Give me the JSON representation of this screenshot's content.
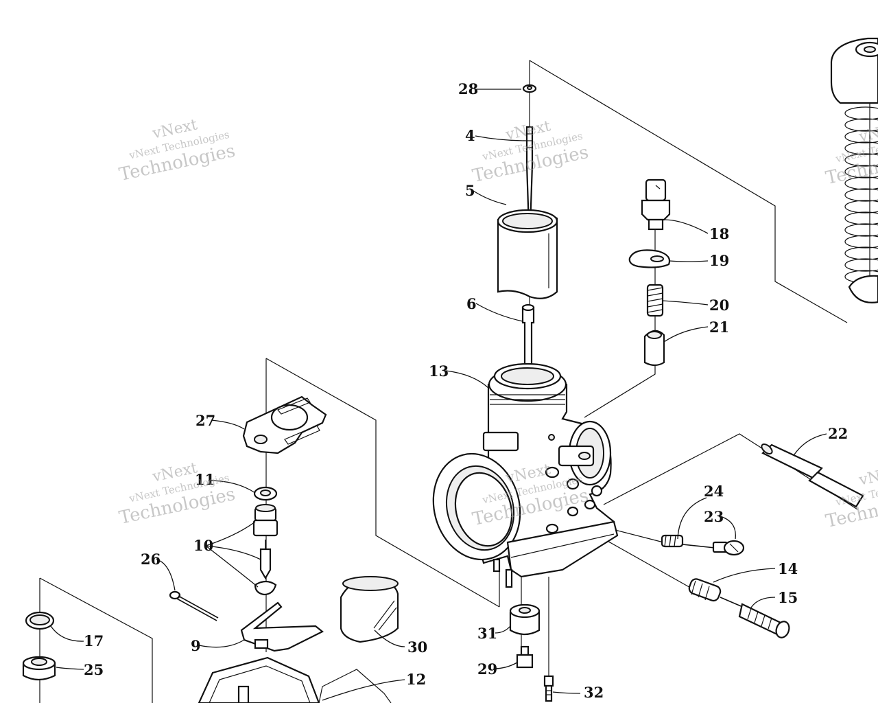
{
  "watermarks": [
    {
      "line1": "vNext",
      "line2": "vNext Technologies",
      "line3": "Technologies"
    },
    {
      "line1": "vNext",
      "line2": "vNext Technologies",
      "line3": "Technologies"
    },
    {
      "line1": "vNext",
      "line2": "vNext Technologies",
      "line3": "Technologies"
    },
    {
      "line1": "vNext",
      "line2": "vNext Technologies",
      "line3": "Technologies"
    },
    {
      "line1": "vNext",
      "line2": "vNext Technologies",
      "line3": "Technologies"
    },
    {
      "line1": "vNext",
      "line2": "vNext Technologies",
      "line3": "Technologies"
    }
  ],
  "callouts": {
    "c28": "28",
    "c4": "4",
    "c5": "5",
    "c6": "6",
    "c13": "13",
    "c18": "18",
    "c19": "19",
    "c20": "20",
    "c21": "21",
    "c22": "22",
    "c24": "24",
    "c23": "23",
    "c14": "14",
    "c15": "15",
    "c27": "27",
    "c11": "11",
    "c10": "10",
    "c26": "26",
    "c9": "9",
    "c17": "17",
    "c25": "25",
    "c30": "30",
    "c31": "31",
    "c29": "29",
    "c12": "12",
    "c32": "32"
  }
}
